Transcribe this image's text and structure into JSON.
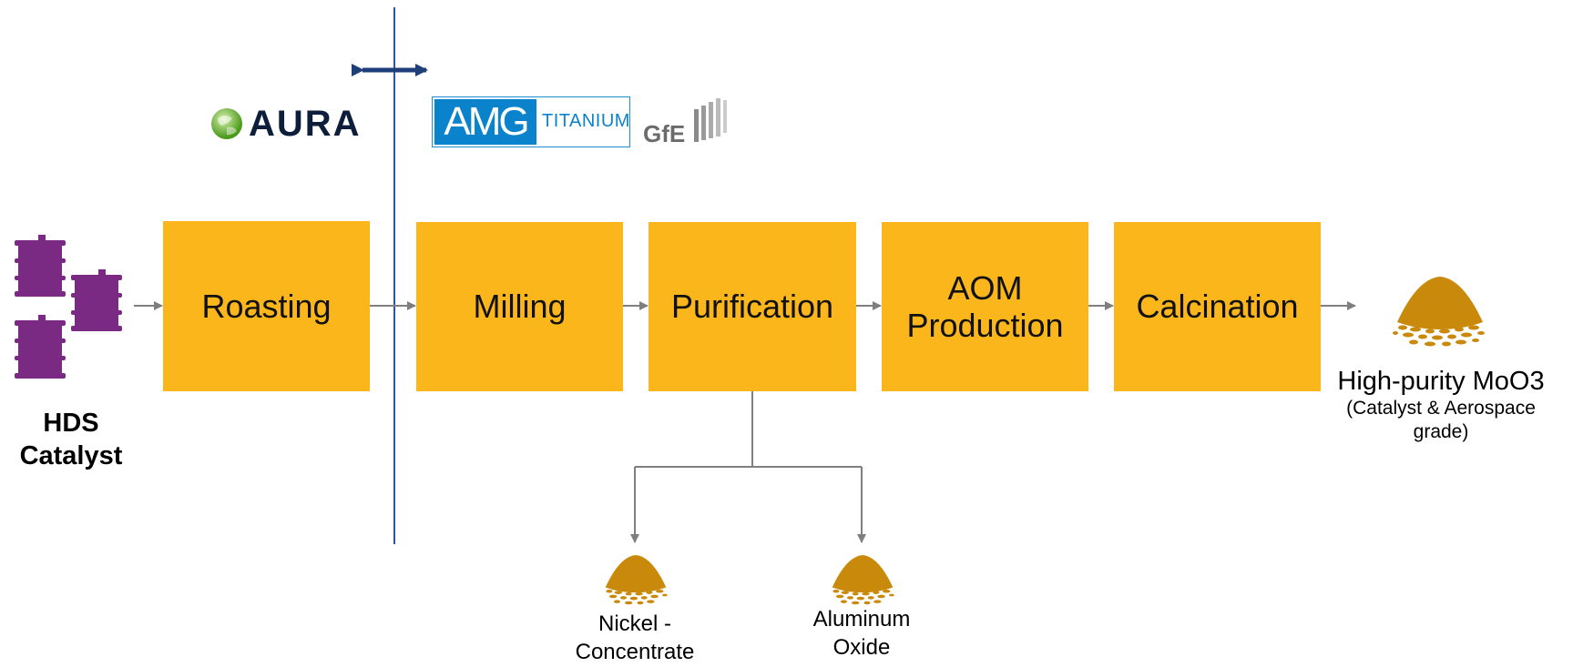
{
  "colors": {
    "step_fill": "#FBB61C",
    "arrow": "#7F7F7F",
    "divider": "#2E5597",
    "double_arrow": "#1F3F7A",
    "drum": "#7B2A84",
    "powder": "#C98A0C"
  },
  "logos": {
    "aura": "AURA",
    "amg": "AMG",
    "titanium": "TITANIUM",
    "gfe": "GfE"
  },
  "input": {
    "icon": "drum-barrels-icon",
    "label_line1": "HDS",
    "label_line2": "Catalyst"
  },
  "steps": [
    {
      "line1": "Roasting",
      "line2": ""
    },
    {
      "line1": "Milling",
      "line2": ""
    },
    {
      "line1": "Purification",
      "line2": ""
    },
    {
      "line1": "AOM",
      "line2": "Production"
    },
    {
      "line1": "Calcination",
      "line2": ""
    }
  ],
  "output": {
    "icon": "powder-pile-icon",
    "title": "High-purity MoO3",
    "sub_line1": "(Catalyst & Aerospace",
    "sub_line2": "grade)"
  },
  "byproducts": [
    {
      "icon": "powder-pile-icon",
      "line1": "Nickel -",
      "line2": "Concentrate"
    },
    {
      "icon": "powder-pile-icon",
      "line1": "Aluminum",
      "line2": "Oxide"
    }
  ]
}
